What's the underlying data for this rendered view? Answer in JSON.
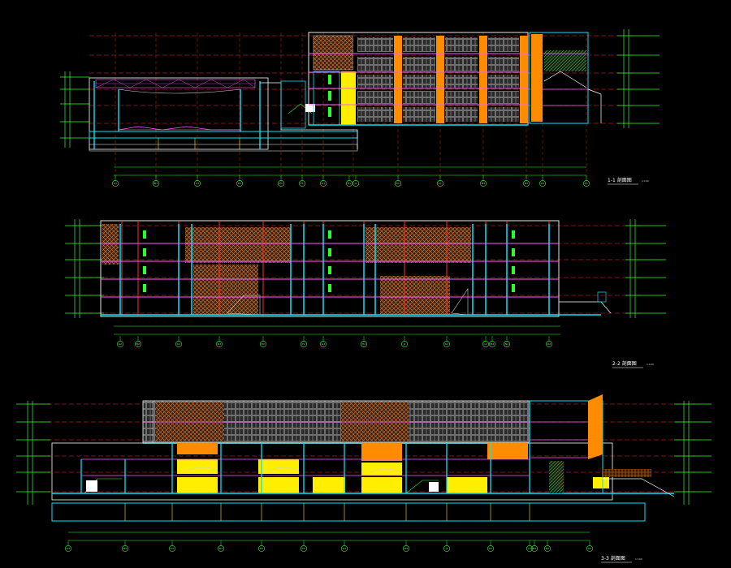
{
  "sections": [
    {
      "title": "1-1 剖面图",
      "scale": "1:100",
      "grid_labels": [
        "A1",
        "B1",
        "C1",
        "D1",
        "E1",
        "F1",
        "G1",
        "H1",
        "J1",
        "K1",
        "L1",
        "M1",
        "N1",
        "O1",
        "P1",
        "Q1",
        "R1"
      ]
    },
    {
      "title": "2-2 剖面图",
      "scale": "1:100",
      "grid_labels": [
        "A2",
        "B2",
        "C2",
        "D2",
        "E2",
        "F2",
        "G2",
        "H2",
        "J2",
        "K2",
        "L2",
        "M2",
        "N2",
        "O2"
      ]
    },
    {
      "title": "3-3 剖面图",
      "scale": "1:100",
      "grid_labels": [
        "A3",
        "B3",
        "C3",
        "D3",
        "E3",
        "F3",
        "G3",
        "H3",
        "J3",
        "K3",
        "L3",
        "M3",
        "N3",
        "O3"
      ]
    }
  ],
  "colors": {
    "background": "#000000",
    "dashed_datum": "#ff2b2b",
    "structure": "#00e5ff",
    "elevation": "#2bff2b",
    "wall": "#ffffff",
    "facade_orange": "#ff8c00",
    "screen_brown": "#a0522d",
    "yellow": "#ffee00",
    "grey_facade": "#9a9a9a"
  }
}
